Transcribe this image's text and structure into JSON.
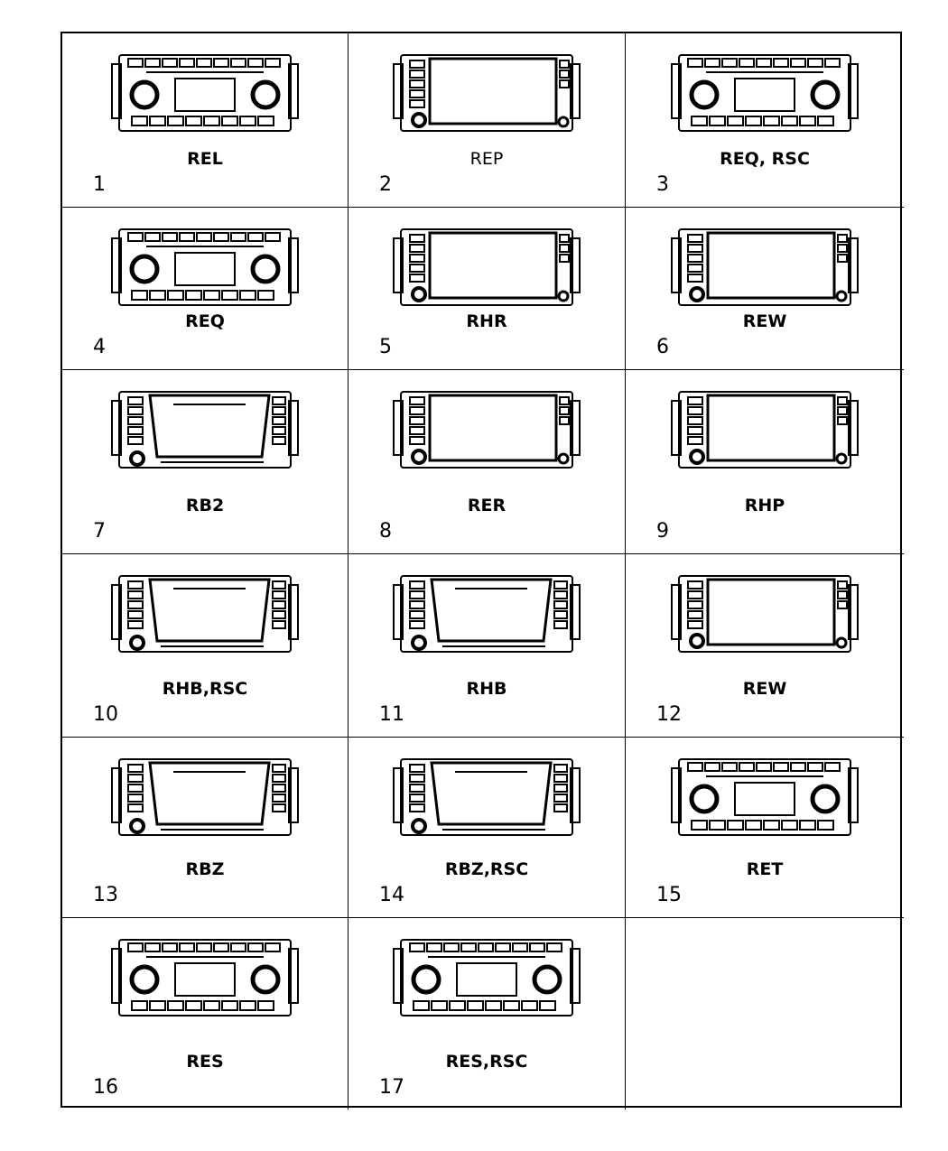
{
  "line_color": "#000000",
  "cells": [
    {
      "number": "1",
      "label": "REL",
      "style": "cd"
    },
    {
      "number": "2",
      "label": "REP",
      "style": "screen",
      "thin": true
    },
    {
      "number": "3",
      "label": "REQ, RSC",
      "style": "cd"
    },
    {
      "number": "4",
      "label": "REQ",
      "style": "cd"
    },
    {
      "number": "5",
      "label": "RHR",
      "style": "screen"
    },
    {
      "number": "6",
      "label": "REW",
      "style": "screen"
    },
    {
      "number": "7",
      "label": "RB2",
      "style": "nav"
    },
    {
      "number": "8",
      "label": "RER",
      "style": "screen"
    },
    {
      "number": "9",
      "label": "RHP",
      "style": "screen"
    },
    {
      "number": "10",
      "label": "RHB,RSC",
      "style": "nav"
    },
    {
      "number": "11",
      "label": "RHB",
      "style": "nav"
    },
    {
      "number": "12",
      "label": "REW",
      "style": "screen"
    },
    {
      "number": "13",
      "label": "RBZ",
      "style": "nav"
    },
    {
      "number": "14",
      "label": "RBZ,RSC",
      "style": "nav"
    },
    {
      "number": "15",
      "label": "RET",
      "style": "cd"
    },
    {
      "number": "16",
      "label": "RES",
      "style": "cd"
    },
    {
      "number": "17",
      "label": "RES,RSC",
      "style": "cd"
    },
    {
      "number": "",
      "label": "",
      "style": "empty"
    }
  ]
}
